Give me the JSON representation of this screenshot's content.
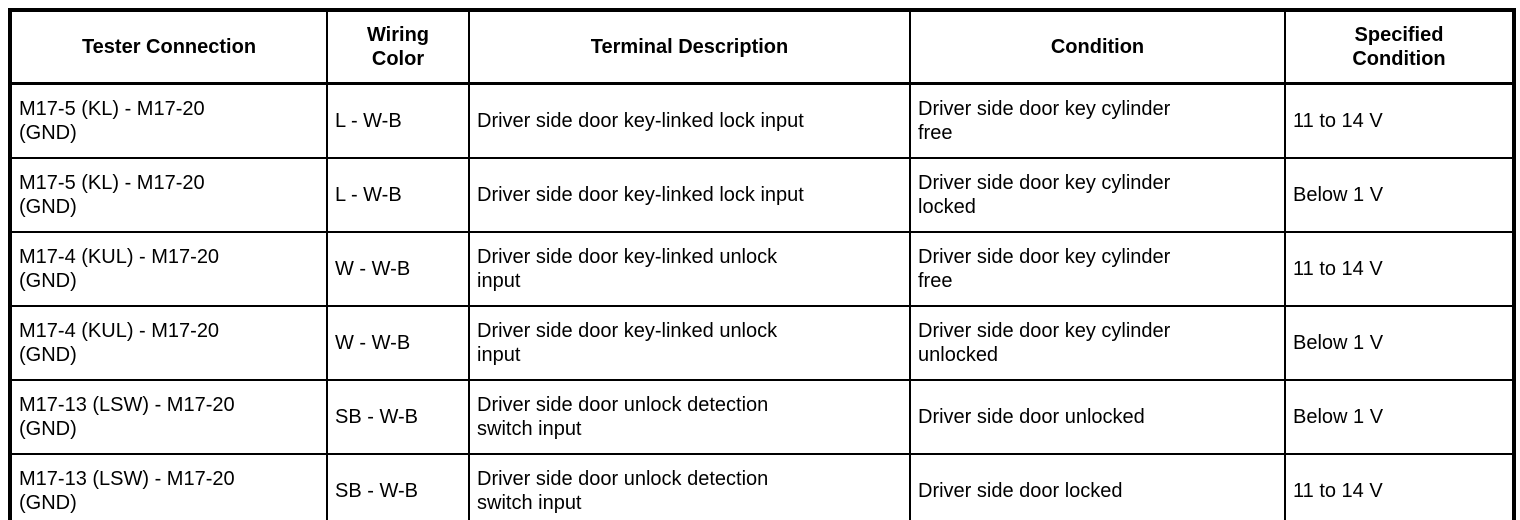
{
  "table": {
    "headers": {
      "tester_connection": "Tester Connection",
      "wiring_color": "Wiring\nColor",
      "terminal_description": "Terminal Description",
      "condition": "Condition",
      "specified_condition": "Specified\nCondition"
    },
    "rows": [
      {
        "cells": [
          "M17-5 (KL) - M17-20\n(GND)",
          "L - W-B",
          "Driver side door key-linked lock input",
          "Driver side door key cylinder\nfree",
          "11 to 14 V"
        ]
      },
      {
        "cells": [
          "M17-5 (KL) - M17-20\n(GND)",
          "L - W-B",
          "Driver side door key-linked lock input",
          "Driver side door key cylinder\nlocked",
          "Below 1 V"
        ]
      },
      {
        "cells": [
          "M17-4 (KUL) - M17-20\n(GND)",
          "W - W-B",
          "Driver side door key-linked unlock\ninput",
          "Driver side door key cylinder\nfree",
          "11 to 14 V"
        ]
      },
      {
        "cells": [
          "M17-4 (KUL) - M17-20\n(GND)",
          "W - W-B",
          "Driver side door key-linked unlock\ninput",
          "Driver side door key cylinder\nunlocked",
          "Below 1 V"
        ]
      },
      {
        "cells": [
          "M17-13 (LSW) - M17-20\n(GND)",
          "SB - W-B",
          "Driver side door unlock detection\nswitch input",
          "Driver side door unlocked",
          "Below 1 V"
        ]
      },
      {
        "cells": [
          "M17-13 (LSW) - M17-20\n(GND)",
          "SB - W-B",
          "Driver side door unlock detection\nswitch input",
          "Driver side door locked",
          "11 to 14 V"
        ]
      }
    ],
    "colors": {
      "border": "#000000",
      "background": "#ffffff",
      "text": "#000000"
    }
  }
}
